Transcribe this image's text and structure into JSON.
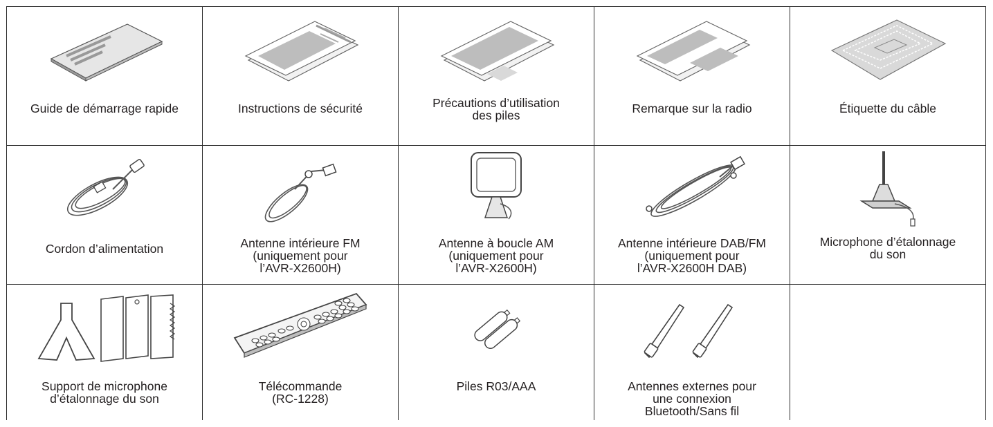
{
  "items": [
    {
      "label": "Guide de démarrage rapide",
      "icon": "quick-start-guide-icon"
    },
    {
      "label": "Instructions de sécurité",
      "icon": "safety-instructions-icon"
    },
    {
      "label": "Précautions d’utilisation\ndes piles",
      "icon": "battery-precautions-sheet-icon"
    },
    {
      "label": "Remarque sur la radio",
      "icon": "radio-notice-sheet-icon"
    },
    {
      "label": "Étiquette du câble",
      "icon": "cable-label-sheet-icon"
    },
    {
      "label": "Cordon d’alimentation",
      "icon": "power-cord-icon"
    },
    {
      "label": "Antenne intérieure FM\n(uniquement pour\nl’AVR-X2600H)",
      "icon": "fm-antenna-icon"
    },
    {
      "label": "Antenne à boucle AM\n(uniquement pour\nl’AVR-X2600H)",
      "icon": "am-loop-antenna-icon"
    },
    {
      "label": "Antenne intérieure DAB/FM\n(uniquement pour\nl’AVR-X2600H DAB)",
      "icon": "dab-fm-antenna-icon"
    },
    {
      "label": "Microphone d’étalonnage\ndu son",
      "icon": "calibration-microphone-icon"
    },
    {
      "label": "Support de microphone\nd’étalonnage du son",
      "icon": "microphone-stand-icon"
    },
    {
      "label": "Télécommande\n(RC-1228)",
      "icon": "remote-control-icon"
    },
    {
      "label": "Piles R03/AAA",
      "icon": "aaa-batteries-icon"
    },
    {
      "label": "Antennes externes pour\nune connexion\nBluetooth/Sans fil",
      "icon": "external-antennas-icon"
    }
  ]
}
